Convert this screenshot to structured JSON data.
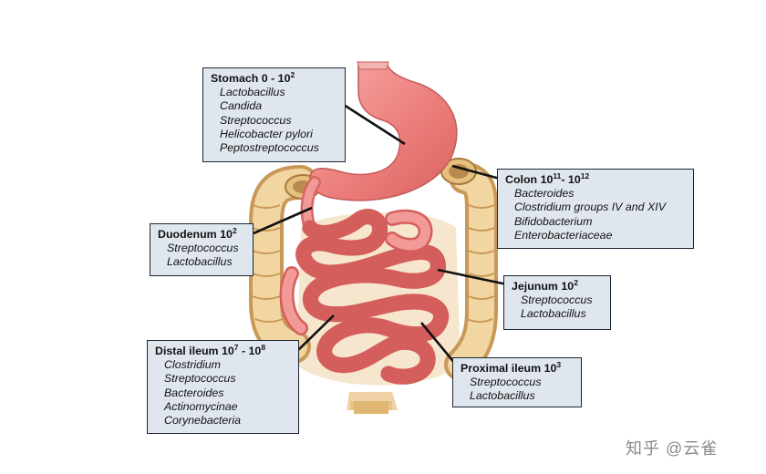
{
  "boxes": {
    "stomach": {
      "name": "Stomach",
      "range": "0 - 10",
      "exp": "2",
      "items": [
        "Lactobacillus",
        "Candida",
        "Streptococcus",
        "Helicobacter pylori",
        "Peptostreptococcus"
      ]
    },
    "colon": {
      "name": "Colon",
      "range_a": "10",
      "exp_a": "11",
      "sep": "- 10",
      "exp_b": "12",
      "items": [
        "Bacteroides",
        "Clostridium groups IV and XIV",
        "Bifidobacterium",
        "Enterobacteriaceae"
      ]
    },
    "duodenum": {
      "name": "Duodenum",
      "range": "10",
      "exp": "2",
      "items": [
        "Streptococcus",
        "Lactobacillus"
      ]
    },
    "jejunum": {
      "name": "Jejunum",
      "range": "10",
      "exp": "2",
      "items": [
        "Streptococcus",
        "Lactobacillus"
      ]
    },
    "distal_ileum": {
      "name": "Distal ileum",
      "range_a": "10",
      "exp_a": "7",
      "sep": " - 10",
      "exp_b": "8",
      "items": [
        "Clostridium",
        "Streptococcus",
        "Bacteroides",
        "Actinomycinae",
        "Corynebacteria"
      ]
    },
    "proximal_ileum": {
      "name": "Proximal ileum",
      "range": "10",
      "exp": "3",
      "items": [
        "Streptococcus",
        "Lactobacillus"
      ]
    }
  },
  "watermark": "知乎 @云雀",
  "colors": {
    "box_fill": "#dfe6ee",
    "box_border": "#1c2533",
    "stomach": "#ee8a87",
    "intestine": "#f08c8c",
    "colon": "#e9c98f",
    "background_tissue": "#f3dfbf"
  }
}
